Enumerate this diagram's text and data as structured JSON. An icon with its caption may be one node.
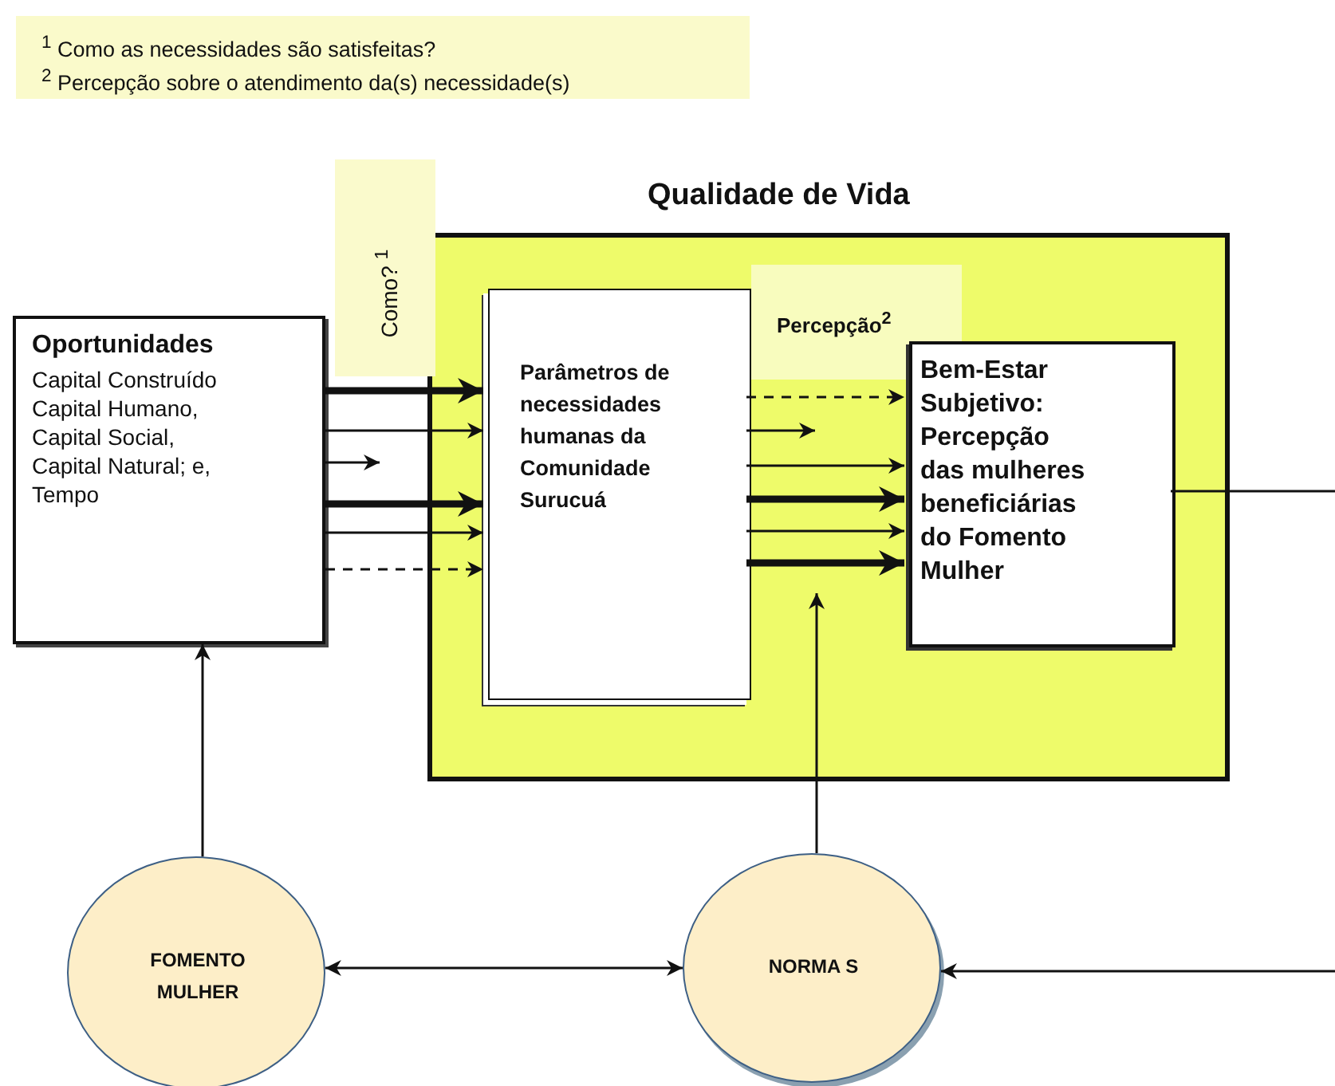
{
  "diagram": {
    "nodes": [
      {
        "text": [
          "Qualidade de Vida"
        ]
      },
      {
        "text": [
          "Oportunidades",
          "Capital Construído Capital Humano, Capital Social, Capital Natural; e, Tempo"
        ]
      },
      {
        "text": [
          "Como? $^{1}$"
        ]
      },
      {
        "text": [
          "Parâmetros de necessidades humanas da Comunidade Surucuá"
        ],
        "in": 0
      },
      {
        "text": [
          "Percepção$^{2}$"
        ],
        "in": 0
      },
      {
        "text": [
          "Bem-Estar Subjetivo: Percepção das mulheres beneficiárias do Fomento Mulher"
        ],
        "in": 0
      },
      {
        "text": [
          "FOMENTO MULHER"
        ]
      },
      {
        "text": [
          "NORMA S"
        ]
      }
    ],
    "edges": [
      {
        "from": 1,
        "to": 3,
        "arrow": "to",
        "style": "thick"
      },
      {
        "from": 1,
        "to": 3,
        "arrow": "to"
      },
      {
        "from": 1,
        "to": null,
        "arrow": "to"
      },
      {
        "from": 1,
        "to": 3,
        "arrow": "to",
        "style": "thick"
      },
      {
        "from": 1,
        "to": 3,
        "arrow": "to"
      },
      {
        "from": 1,
        "to": 3,
        "arrow": "to",
        "style": "dashed"
      },
      {
        "from": 3,
        "to": 5,
        "arrow": "to",
        "style": "dashed"
      },
      {
        "from": 3,
        "to": null,
        "arrow": "to"
      },
      {
        "from": 3,
        "to": 5,
        "arrow": "to"
      },
      {
        "from": 3,
        "to": 5,
        "arrow": "to",
        "style": "thick"
      },
      {
        "from": 3,
        "to": 5,
        "arrow": "to"
      },
      {
        "from": 3,
        "to": 5,
        "arrow": "to",
        "style": "thick"
      },
      {
        "from": 7,
        "to": null,
        "arrow": "to"
      },
      {
        "from": 6,
        "to": 1,
        "arrow": "to"
      },
      {
        "from": 6,
        "to": 7,
        "arrow": "both"
      },
      {
        "from": 5,
        "to": null,
        "arrow": "none"
      },
      {
        "from": null,
        "to": 7,
        "arrow": "to"
      }
    ],
    "labels": [
      "$^{1}$ Como as necessidades são satisfeitas?",
      "$^{2}$ Percepção sobre o atendimento da(s) necessidade(s)"
    ]
  }
}
